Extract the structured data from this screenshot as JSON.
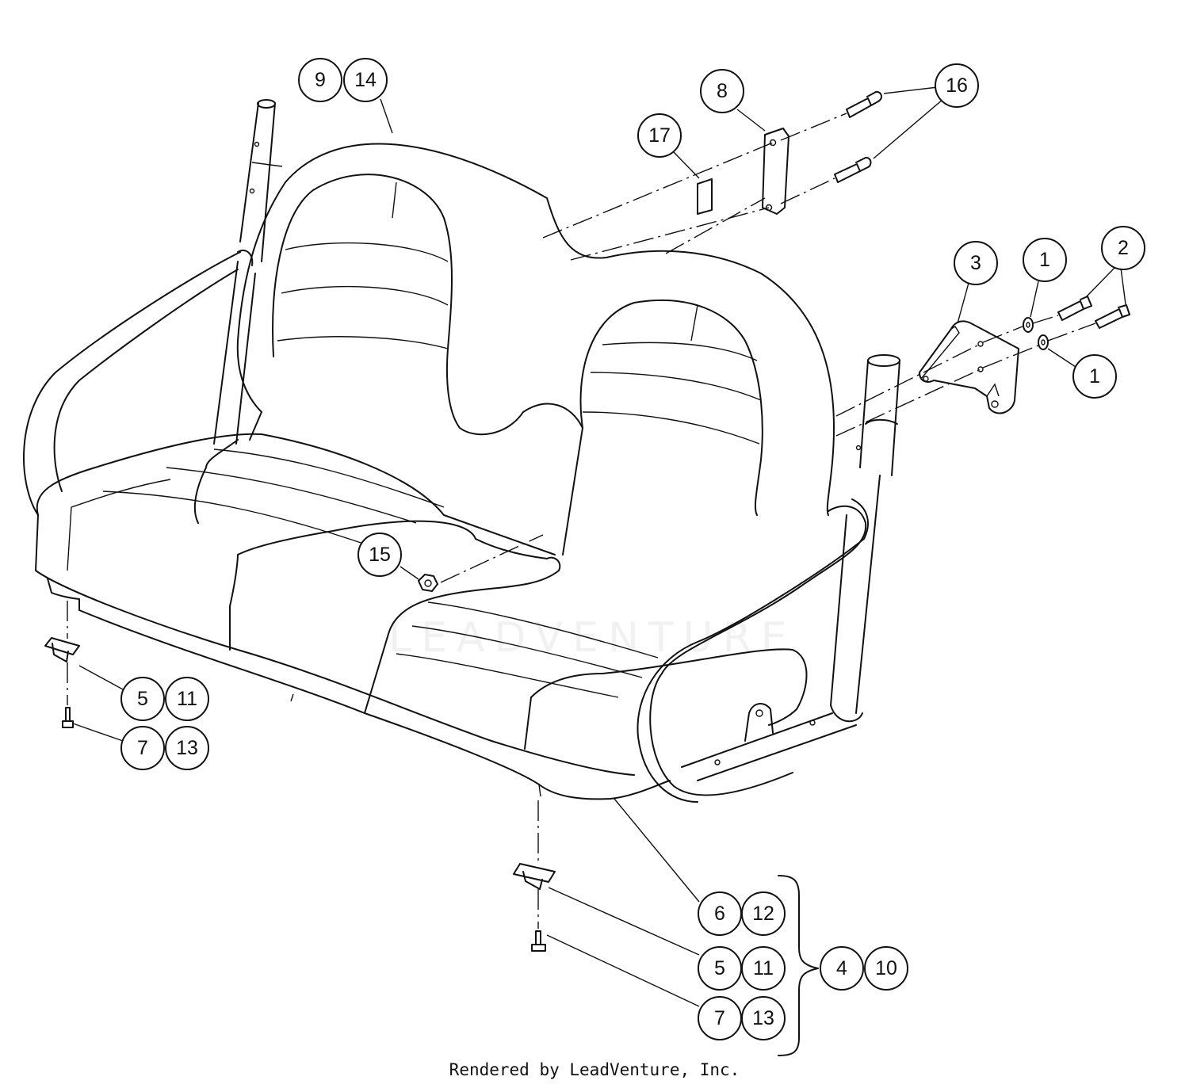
{
  "watermark": "LEADVENTURE",
  "footer": "Rendered by LeadVenture, Inc.",
  "callouts": [
    {
      "id": "c-9",
      "label": "9"
    },
    {
      "id": "c-14",
      "label": "14"
    },
    {
      "id": "c-8",
      "label": "8"
    },
    {
      "id": "c-16",
      "label": "16"
    },
    {
      "id": "c-17",
      "label": "17"
    },
    {
      "id": "c-3",
      "label": "3"
    },
    {
      "id": "c-1-top",
      "label": "1"
    },
    {
      "id": "c-2",
      "label": "2"
    },
    {
      "id": "c-1-bottom",
      "label": "1"
    },
    {
      "id": "c-15",
      "label": "15"
    },
    {
      "id": "c-5-left",
      "label": "5"
    },
    {
      "id": "c-11-left",
      "label": "11"
    },
    {
      "id": "c-7-left",
      "label": "7"
    },
    {
      "id": "c-13-left",
      "label": "13"
    },
    {
      "id": "c-6",
      "label": "6"
    },
    {
      "id": "c-12",
      "label": "12"
    },
    {
      "id": "c-5-right",
      "label": "5"
    },
    {
      "id": "c-11-right",
      "label": "11"
    },
    {
      "id": "c-7-right",
      "label": "7"
    },
    {
      "id": "c-13-right",
      "label": "13"
    },
    {
      "id": "c-4",
      "label": "4"
    },
    {
      "id": "c-10",
      "label": "10"
    }
  ]
}
